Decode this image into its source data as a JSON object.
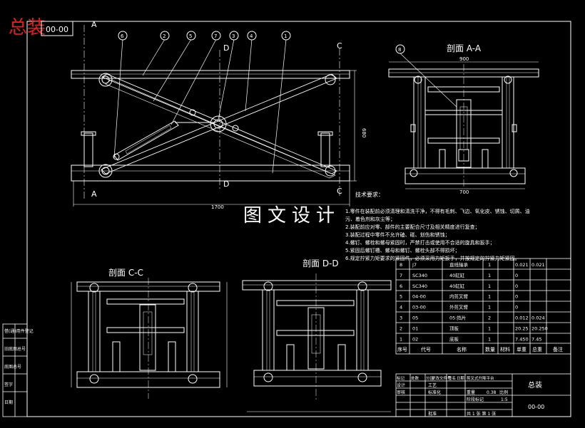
{
  "stamp": {
    "main": "总装",
    "code": "00-00"
  },
  "watermark": "图文设计",
  "views": {
    "front": {
      "section_marks": [
        "A",
        "A",
        "C",
        "C",
        "D",
        "D"
      ],
      "dim_length": "1700",
      "dim_height": "680",
      "balloons": [
        "6",
        "2",
        "5",
        "7",
        "3",
        "4",
        "1"
      ]
    },
    "aa": {
      "title": "剖面 A-A",
      "dim_top": "900",
      "dim_bottom": "700",
      "balloon": "8"
    },
    "cc": {
      "title": "剖面 C-C"
    },
    "dd": {
      "title": "剖面 D-D"
    }
  },
  "notes": {
    "heading": "技术要求：",
    "lines": [
      "1.零件在装配前必须清理和清洗干净，不得有毛刺、飞边、氧化皮、锈蚀、切屑、油",
      "  污、着色剂和灰尘等；",
      "2.装配前应对零、部件的主要配合尺寸及相关精度进行复查；",
      "3.装配过程中零件不允许磕、碰、划伤和锈蚀；",
      "4.螺钉、螺栓和螺母紧固时，严禁打击或使用不合适的旋具和扳手；",
      "5.紧固后螺钉槽、螺母和螺钉、螺栓头部不得损坏；",
      "6.规定拧紧力矩要求的紧固件，必须采用力矩扳手，并按规定的拧紧力矩紧固。"
    ]
  },
  "bom": {
    "header": [
      "序号",
      "代号",
      "名称",
      "数量",
      "材料",
      "单重",
      "总重",
      "备注"
    ],
    "rows": [
      [
        "8",
        "J7",
        "直线轴承",
        "1",
        "",
        "0.021",
        "0.021",
        ""
      ],
      [
        "7",
        "SC340",
        "40缸缸",
        "1",
        "",
        "0",
        "",
        ""
      ],
      [
        "6",
        "SC340",
        "40缸缸",
        "1",
        "",
        "0",
        "",
        ""
      ],
      [
        "5",
        "04-00",
        "内剪叉臂",
        "1",
        "",
        "0",
        "",
        ""
      ],
      [
        "4",
        "03-00",
        "外剪叉臂",
        "1",
        "",
        "0",
        "",
        ""
      ],
      [
        "3",
        "05",
        "05:挡片",
        "2",
        "",
        "0.012",
        "0.024",
        ""
      ],
      [
        "2",
        "01",
        "顶板",
        "1",
        "",
        "20.25",
        "20.250",
        ""
      ],
      [
        "1",
        "02",
        "底板",
        "1",
        "",
        "7.450",
        "7.45",
        ""
      ]
    ]
  },
  "title_block": {
    "process_row": [
      "标记",
      "处数",
      "分区",
      "更改文件号",
      "签名",
      "日期"
    ],
    "left_rows": [
      "设计",
      "审核",
      "工艺",
      "标准化",
      "批准"
    ],
    "design_name": "剪叉式升降平台",
    "stage_label": "阶段标记",
    "weight_label": "重量",
    "scale_label": "比例",
    "weight": "0.38",
    "scale": "1:5",
    "sheet": "共 1 张  第 1 张",
    "drawing_name": "总装",
    "drawing_code": "00-00"
  },
  "side_strip": [
    "借(通)用件登记",
    "旧底图总号",
    "底图总号",
    "签字",
    "日期"
  ]
}
